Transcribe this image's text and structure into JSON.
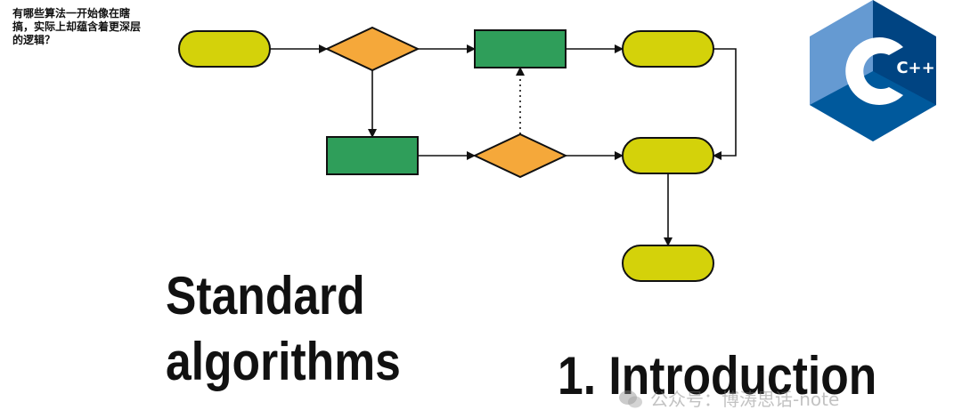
{
  "corner_caption": "有哪些算法一开始像在瞎搞，实际上却蕴含着更深层的逻辑？",
  "title": {
    "main": "Standard\nalgorithms",
    "chapter": "1. Introduction"
  },
  "logo": {
    "label": "C++",
    "colors": {
      "light": "#659ad2",
      "dark": "#00599c",
      "mid": "#004482"
    }
  },
  "watermark": {
    "text": "公众号：博涛思话-note"
  },
  "flowchart": {
    "colors": {
      "terminal": "#d4d20a",
      "decision": "#f5a83a",
      "process": "#2f9e5a",
      "stroke": "#111111"
    },
    "nodes": [
      {
        "id": "start",
        "shape": "terminal"
      },
      {
        "id": "decision-1",
        "shape": "decision"
      },
      {
        "id": "process-top",
        "shape": "process"
      },
      {
        "id": "terminal-top-right",
        "shape": "terminal"
      },
      {
        "id": "process-bottom",
        "shape": "process"
      },
      {
        "id": "decision-2",
        "shape": "decision"
      },
      {
        "id": "terminal-mid-right",
        "shape": "terminal"
      },
      {
        "id": "end",
        "shape": "terminal"
      }
    ],
    "edges": [
      {
        "from": "start",
        "to": "decision-1",
        "style": "solid"
      },
      {
        "from": "decision-1",
        "to": "process-top",
        "style": "solid"
      },
      {
        "from": "process-top",
        "to": "terminal-top-right",
        "style": "solid"
      },
      {
        "from": "decision-1",
        "to": "process-bottom",
        "style": "solid"
      },
      {
        "from": "process-bottom",
        "to": "decision-2",
        "style": "solid"
      },
      {
        "from": "decision-2",
        "to": "terminal-mid-right",
        "style": "solid"
      },
      {
        "from": "decision-2",
        "to": "process-top",
        "style": "dotted"
      },
      {
        "from": "terminal-top-right",
        "to": "terminal-mid-right",
        "style": "solid"
      },
      {
        "from": "terminal-mid-right",
        "to": "end",
        "style": "solid"
      }
    ]
  }
}
